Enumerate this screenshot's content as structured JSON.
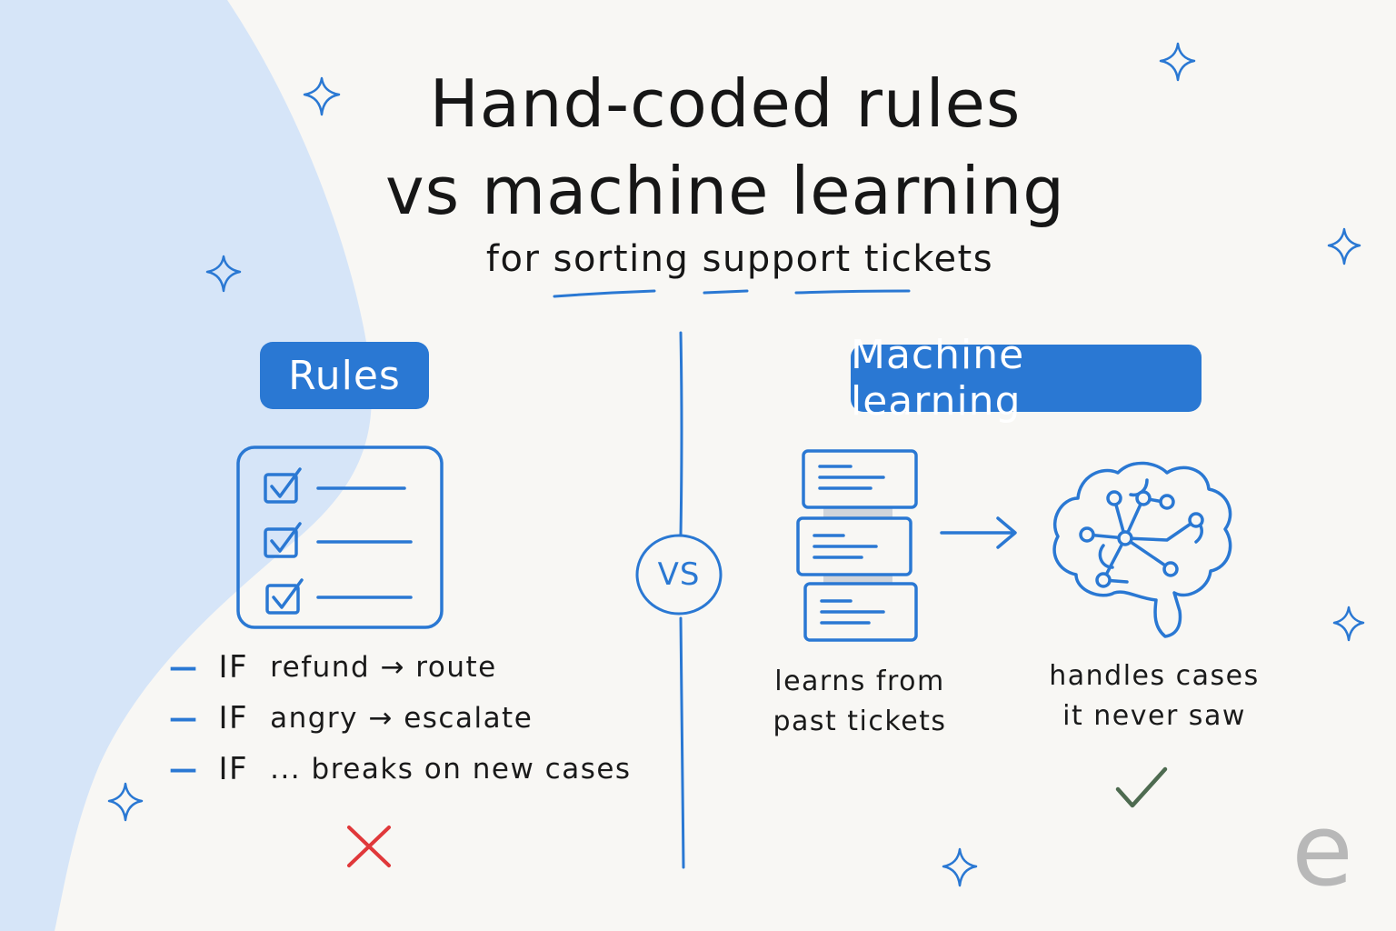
{
  "title": {
    "line1": "Hand-coded rules",
    "line2": "vs machine learning",
    "subtitle": "for sorting support tickets"
  },
  "left_panel": {
    "label": "Rules",
    "icon": "checklist-icon",
    "rules": [
      {
        "keyword": "IF",
        "text": "refund → route"
      },
      {
        "keyword": "IF",
        "text": "angry → escalate"
      },
      {
        "keyword": "IF",
        "text": "... breaks on new cases"
      }
    ],
    "verdict_icon": "red-cross-icon"
  },
  "divider": {
    "label": "VS"
  },
  "right_panel": {
    "label": "Machine learning",
    "stack_icon": "ticket-stack-icon",
    "arrow_icon": "arrow-right-icon",
    "brain_icon": "brain-network-icon",
    "caption_left": {
      "line1": "learns from",
      "line2": "past tickets"
    },
    "caption_right": {
      "line1": "handles cases",
      "line2": "it never saw"
    },
    "verdict_icon": "green-check-icon"
  },
  "logo": {
    "letter": "e"
  },
  "colors": {
    "accent": "#2a78d3",
    "background": "#f8f7f4",
    "blob": "#d6e5f8",
    "cross": "#e0383a",
    "check": "#4e6b50",
    "logo": "#b8b8b8"
  }
}
